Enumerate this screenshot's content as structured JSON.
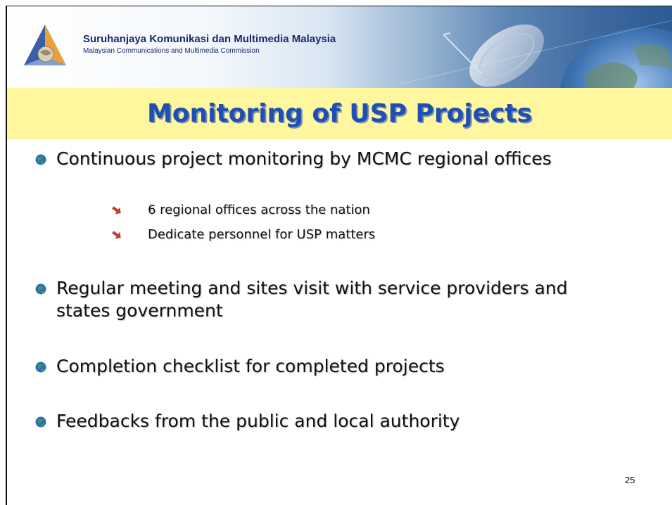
{
  "header": {
    "org_name": "Suruhanjaya Komunikasi dan Multimedia Malaysia",
    "org_subtitle": "Malaysian Communications and Multimedia Commission"
  },
  "slide": {
    "title": "Monitoring of USP Projects",
    "bullets": [
      {
        "text": "Continuous project monitoring by MCMC regional offices",
        "sub_items": [
          "6 regional offices across the nation",
          "Dedicate personnel for USP matters"
        ]
      },
      {
        "text": "Regular meeting and sites visit with service providers and states government"
      },
      {
        "text": "Completion checklist for completed projects"
      },
      {
        "text": "Feedbacks from the public and local authority"
      }
    ],
    "page_number": "25"
  },
  "colors": {
    "title": "#1f4fb3",
    "title_band": "#fff79e",
    "org_text": "#1a2670",
    "bullet_globe": "#2e7d4f",
    "arrow": "#c0392b"
  },
  "icons": {
    "bullet": "globe-bullet-icon",
    "sub_bullet": "arrow-bullet-icon",
    "logo": "mcmc-logo-icon"
  }
}
